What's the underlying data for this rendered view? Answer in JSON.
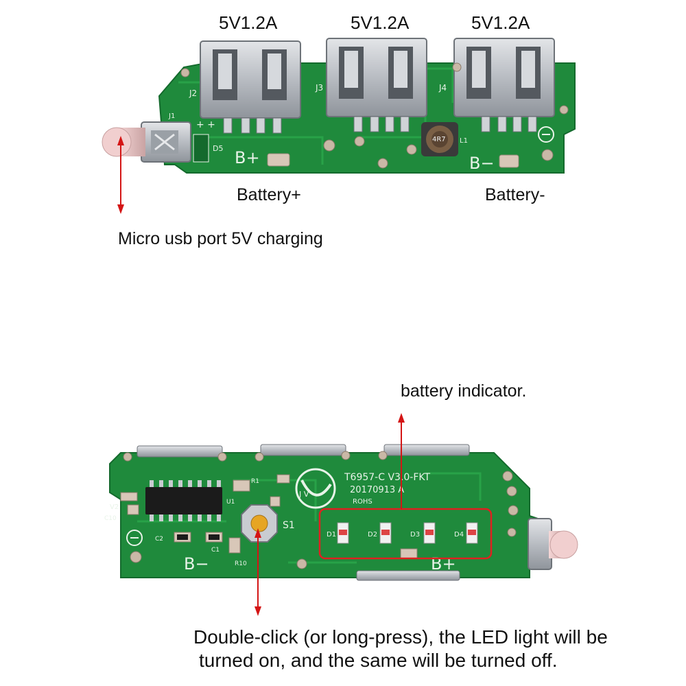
{
  "top_board": {
    "ports": [
      {
        "label": "5V1.2A"
      },
      {
        "label": "5V1.2A"
      },
      {
        "label": "5V1.2A"
      }
    ],
    "battery_plus_label": "Battery+",
    "battery_minus_label": "Battery-",
    "usb_label": "Micro usb port 5V charging",
    "silkscreen": {
      "j1": "J1",
      "j2": "J2",
      "j3": "J3",
      "j4": "J4",
      "d5": "D5",
      "l1": "L1",
      "inductor": "4R7",
      "bplus": "B+",
      "bminus": "B−",
      "plus_marks": "+ +"
    }
  },
  "bottom_board": {
    "indicator_label": "battery indicator.",
    "note_line1": "Double-click (or long-press), the LED light will be",
    "note_line2": "turned on, and the same will be turned off.",
    "silkscreen": {
      "model": "T6957-C V3.0-FKT",
      "date": "20170913 A",
      "rohs": "ROHS",
      "brand": "J V",
      "s1": "S1",
      "bminus": "B−",
      "bplus": "B+",
      "d1": "D1",
      "d2": "D2",
      "d3": "D3",
      "d4": "D4",
      "r1": "R1",
      "u1": "U1",
      "v2": "V2",
      "c10": "C10",
      "c2": "C2",
      "c1": "C1",
      "r10": "R10"
    }
  },
  "colors": {
    "pcb": "#1f8a3c",
    "pcb_dark": "#157030",
    "metal": "#c9ccd1",
    "annotation_arrow": "#d41515",
    "highlight_box": "#e02020"
  }
}
